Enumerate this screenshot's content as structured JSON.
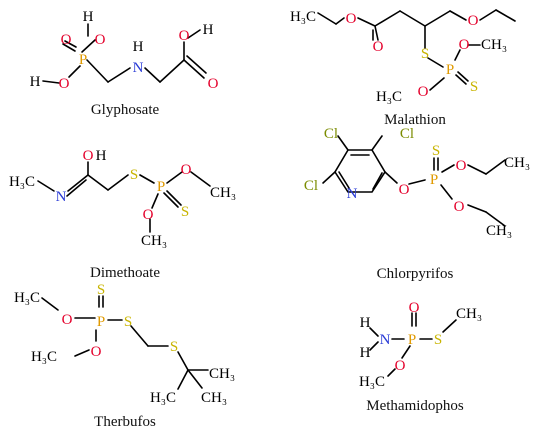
{
  "colors": {
    "oxygen": "#e4002b",
    "phosphorus": "#e09a00",
    "sulfur": "#c8b400",
    "nitrogen": "#2a3bd6",
    "chlorine": "#7b8c00",
    "carbon": "#111111",
    "bond": "#000000"
  },
  "structures": [
    {
      "id": "glyphosate",
      "caption": "Glyphosate"
    },
    {
      "id": "malathion",
      "caption": "Malathion"
    },
    {
      "id": "dimethoate",
      "caption": "Dimethoate"
    },
    {
      "id": "chlorpyrifos",
      "caption": "Chlorpyrifos"
    },
    {
      "id": "therbufos",
      "caption": "Therbufos"
    },
    {
      "id": "methamidophos",
      "caption": "Methamidophos"
    }
  ],
  "atom_text": {
    "O": "O",
    "OH_H": "H",
    "P": "P",
    "S": "S",
    "N": "N",
    "H": "H",
    "Cl": "Cl",
    "H3C": "H₃C",
    "CH3": "CH₃"
  }
}
